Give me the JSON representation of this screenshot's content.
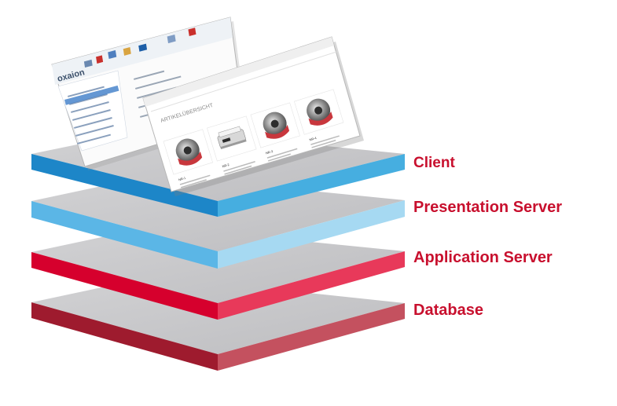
{
  "layers": [
    {
      "key": "client",
      "label": "Client",
      "colors": {
        "left": "#1d86c8",
        "right": "#46aee0"
      }
    },
    {
      "key": "presentation",
      "label": "Presentation Server",
      "colors": {
        "left": "#5bb6e6",
        "right": "#a6d9f2"
      }
    },
    {
      "key": "application",
      "label": "Application Server",
      "colors": {
        "left": "#d6002d",
        "right": "#e8395a"
      }
    },
    {
      "key": "database",
      "label": "Database",
      "colors": {
        "left": "#9e1b2e",
        "right": "#c4515f"
      }
    }
  ],
  "colors": {
    "label_text": "#c8102e",
    "slab_top": "#c8c8ca",
    "slab_top_edge": "#d6d6d8"
  },
  "screenshot_desktop": {
    "logo": "oxaion",
    "description": "oxaion desktop client window"
  },
  "screenshot_web": {
    "heading": "ARTIKELÜBERSICHT",
    "products": [
      {
        "name": "NR-1",
        "image": "chuck-icon"
      },
      {
        "name": "NR-2",
        "image": "printer-icon"
      },
      {
        "name": "NR-3",
        "image": "chuck-icon"
      },
      {
        "name": "NR-4",
        "image": "chuck-icon"
      }
    ]
  }
}
